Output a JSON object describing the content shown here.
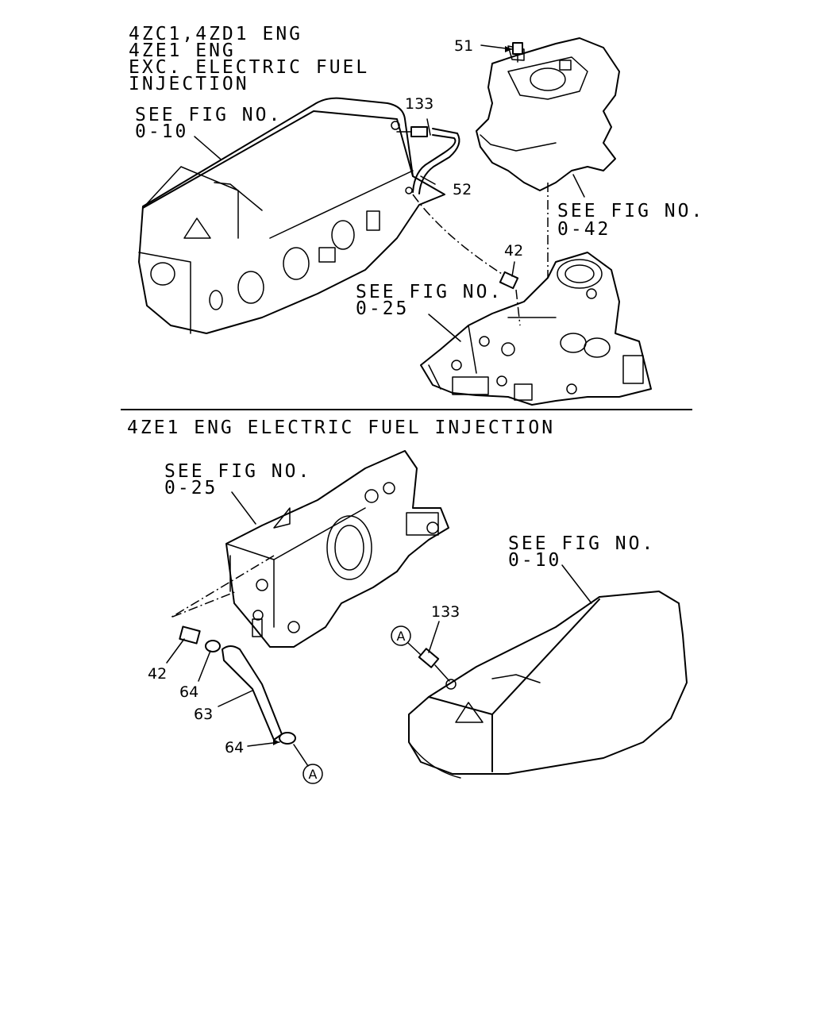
{
  "top": {
    "title_lines": [
      "4ZC1,4ZD1 ENG",
      "4ZE1 ENG",
      "EXC. ELECTRIC FUEL",
      "INJECTION"
    ],
    "ref_cover": {
      "line1": "SEE FIG NO.",
      "line2": "0-10"
    },
    "ref_carb": {
      "line1": "SEE FIG NO.",
      "line2": "0-42"
    },
    "ref_manifold": {
      "line1": "SEE FIG NO.",
      "line2": "0-25"
    },
    "labels": {
      "p51": "51",
      "p133": "133",
      "p52": "52",
      "p42": "42"
    }
  },
  "bottom": {
    "title": "4ZE1 ENG ELECTRIC FUEL INJECTION",
    "ref_manifold": {
      "line1": "SEE FIG NO.",
      "line2": "0-25"
    },
    "ref_cover": {
      "line1": "SEE FIG NO.",
      "line2": "0-10"
    },
    "labels": {
      "p133": "133",
      "p42": "42",
      "p64a": "64",
      "p63": "63",
      "p64b": "64",
      "ref_a1": "A",
      "ref_a2": "A"
    }
  }
}
